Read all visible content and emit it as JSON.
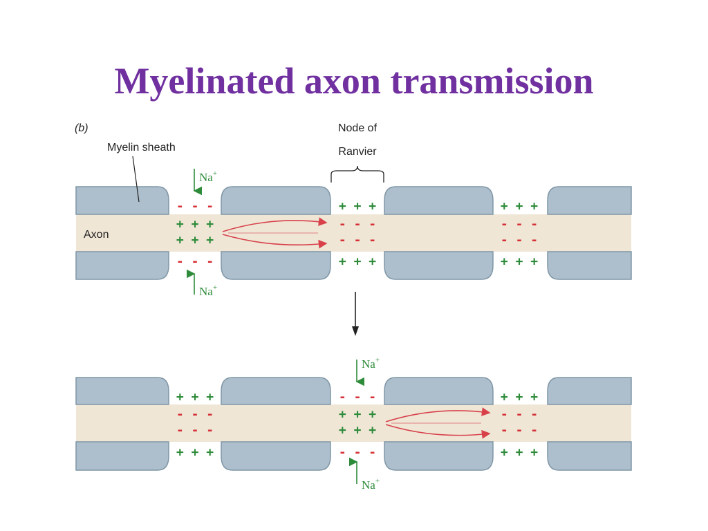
{
  "title": "Myelinated axon transmission",
  "panel_label": "(b)",
  "labels": {
    "myelin_sheath": "Myelin sheath",
    "node_line1": "Node of",
    "node_line2": "Ranvier",
    "axon": "Axon"
  },
  "ion": {
    "base": "Na",
    "sup": "+"
  },
  "colors": {
    "title": "#7030a0",
    "myelin": "#adbfcc",
    "myelin_edge": "#7f96a6",
    "axon": "#efe6d6",
    "plus": "#2e8b3a",
    "minus": "#d62f36",
    "current": "#d8414a",
    "ion_label": "#2e8b3a"
  },
  "nodes": [
    {
      "name": "node-1",
      "top": {
        "outer": "- - -",
        "inner": "+ + +"
      },
      "bottom": {
        "inner": "+ + +",
        "outer": "- - -"
      }
    },
    {
      "name": "node-2",
      "top": {
        "outer": "+ + +",
        "inner": "- - -"
      },
      "bottom": {
        "inner": "- - -",
        "outer": "+ + +"
      }
    },
    {
      "name": "node-3",
      "top": {
        "outer": "+ + +",
        "inner": "- - -"
      },
      "bottom": {
        "inner": "- - -",
        "outer": "+ + +"
      }
    }
  ],
  "nodes_after": [
    {
      "name": "node-1",
      "top": {
        "outer": "+ + +",
        "inner": "- - -"
      },
      "bottom": {
        "inner": "- - -",
        "outer": "+ + +"
      }
    },
    {
      "name": "node-2",
      "top": {
        "outer": "- - -",
        "inner": "+ + +"
      },
      "bottom": {
        "inner": "+ + +",
        "outer": "- - -"
      }
    },
    {
      "name": "node-3",
      "top": {
        "outer": "+ + +",
        "inner": "- - -"
      },
      "bottom": {
        "inner": "- - -",
        "outer": "+ + +"
      }
    }
  ]
}
